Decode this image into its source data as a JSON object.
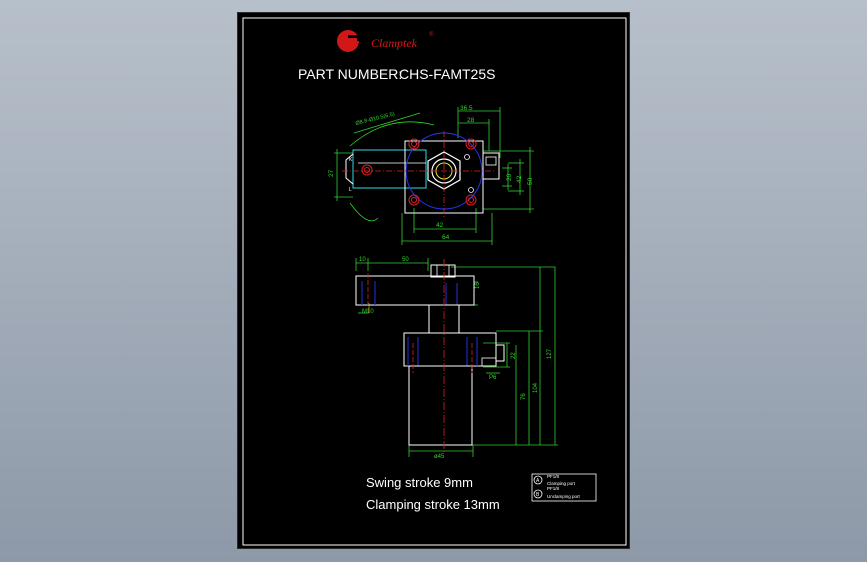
{
  "viewport": {
    "background_top": "#b7c0ca",
    "background_bottom": "#8d99a8"
  },
  "logo": {
    "brand": "Clamptek",
    "trademark": "®",
    "color": "#d01818"
  },
  "title": {
    "label": "PART NUMBER:",
    "value": "CHS-FAMT25S"
  },
  "top_view": {
    "dims": {
      "width_36_5": "36.5",
      "width_28": "28",
      "width_42": "42",
      "width_64": "64",
      "height_27": "27",
      "height_20": "20",
      "height_42": "42",
      "height_50": "50",
      "arc_note": "Ø8.8-Ø10.5(6.5)"
    }
  },
  "side_view": {
    "dims": {
      "d10": "10",
      "d50": "50",
      "d16": "16",
      "m10": "M10",
      "d22": "22",
      "d127": "127",
      "d104": "104",
      "d76": "76",
      "p6": "P6",
      "phi45": "ø45"
    }
  },
  "notes": {
    "swing": "Swing stroke 9mm",
    "clamping": "Clamping stroke 13mm"
  },
  "legend": {
    "a_symbol": "A",
    "a_top": "PF1/8",
    "a_label": "Clamping port",
    "b_symbol": "B",
    "b_top": "PF1/8",
    "b_label": "Unclamping port"
  },
  "colors": {
    "frame": "#ffffff",
    "dim": "#32d12e",
    "center": "#e02020",
    "body": "#ffffff",
    "hidden": "#2030e0",
    "cyan": "#2fd7e6",
    "yellow": "#e8e04a"
  }
}
